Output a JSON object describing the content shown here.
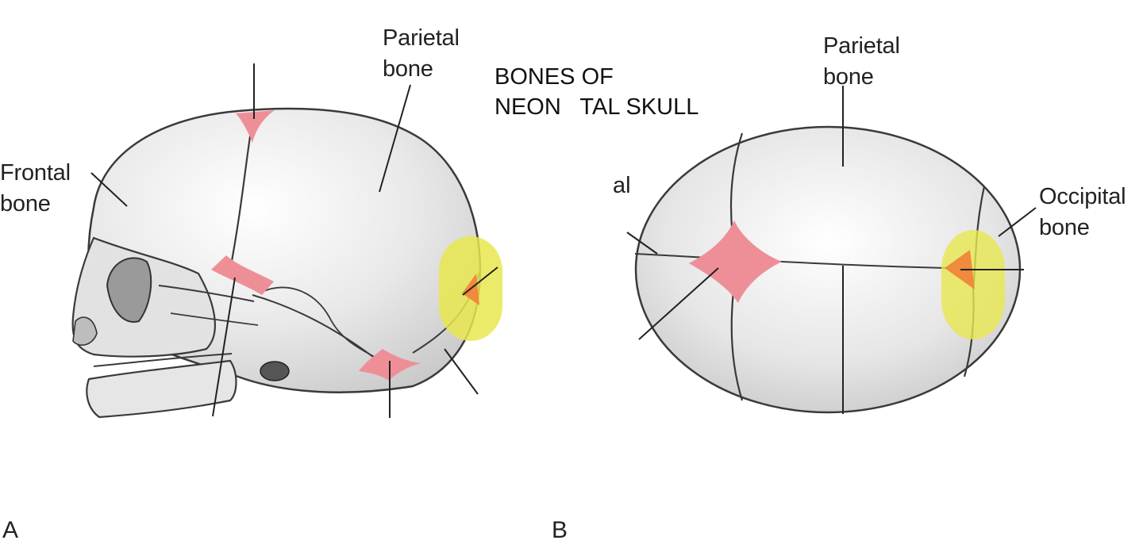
{
  "title": {
    "line1": "BONES OF",
    "line2": "NEON   TAL SKULL"
  },
  "panel_a": {
    "letter": "A",
    "labels": {
      "parietal": {
        "line1": "Parietal",
        "line2": "bone"
      },
      "frontal": {
        "line1": "Frontal",
        "line2": "bone"
      }
    }
  },
  "panel_b": {
    "letter": "B",
    "fragment": "al",
    "labels": {
      "parietal": {
        "line1": "Parietal",
        "line2": "bone"
      },
      "occipital": {
        "line1": "Occipital",
        "line2": "bone"
      }
    }
  },
  "colors": {
    "fontanelle": "#ee8f97",
    "highlight": "#e9e74f",
    "highlight_core": "#f08a3c",
    "bone": "#ececec",
    "outline": "#3a3a3a"
  }
}
